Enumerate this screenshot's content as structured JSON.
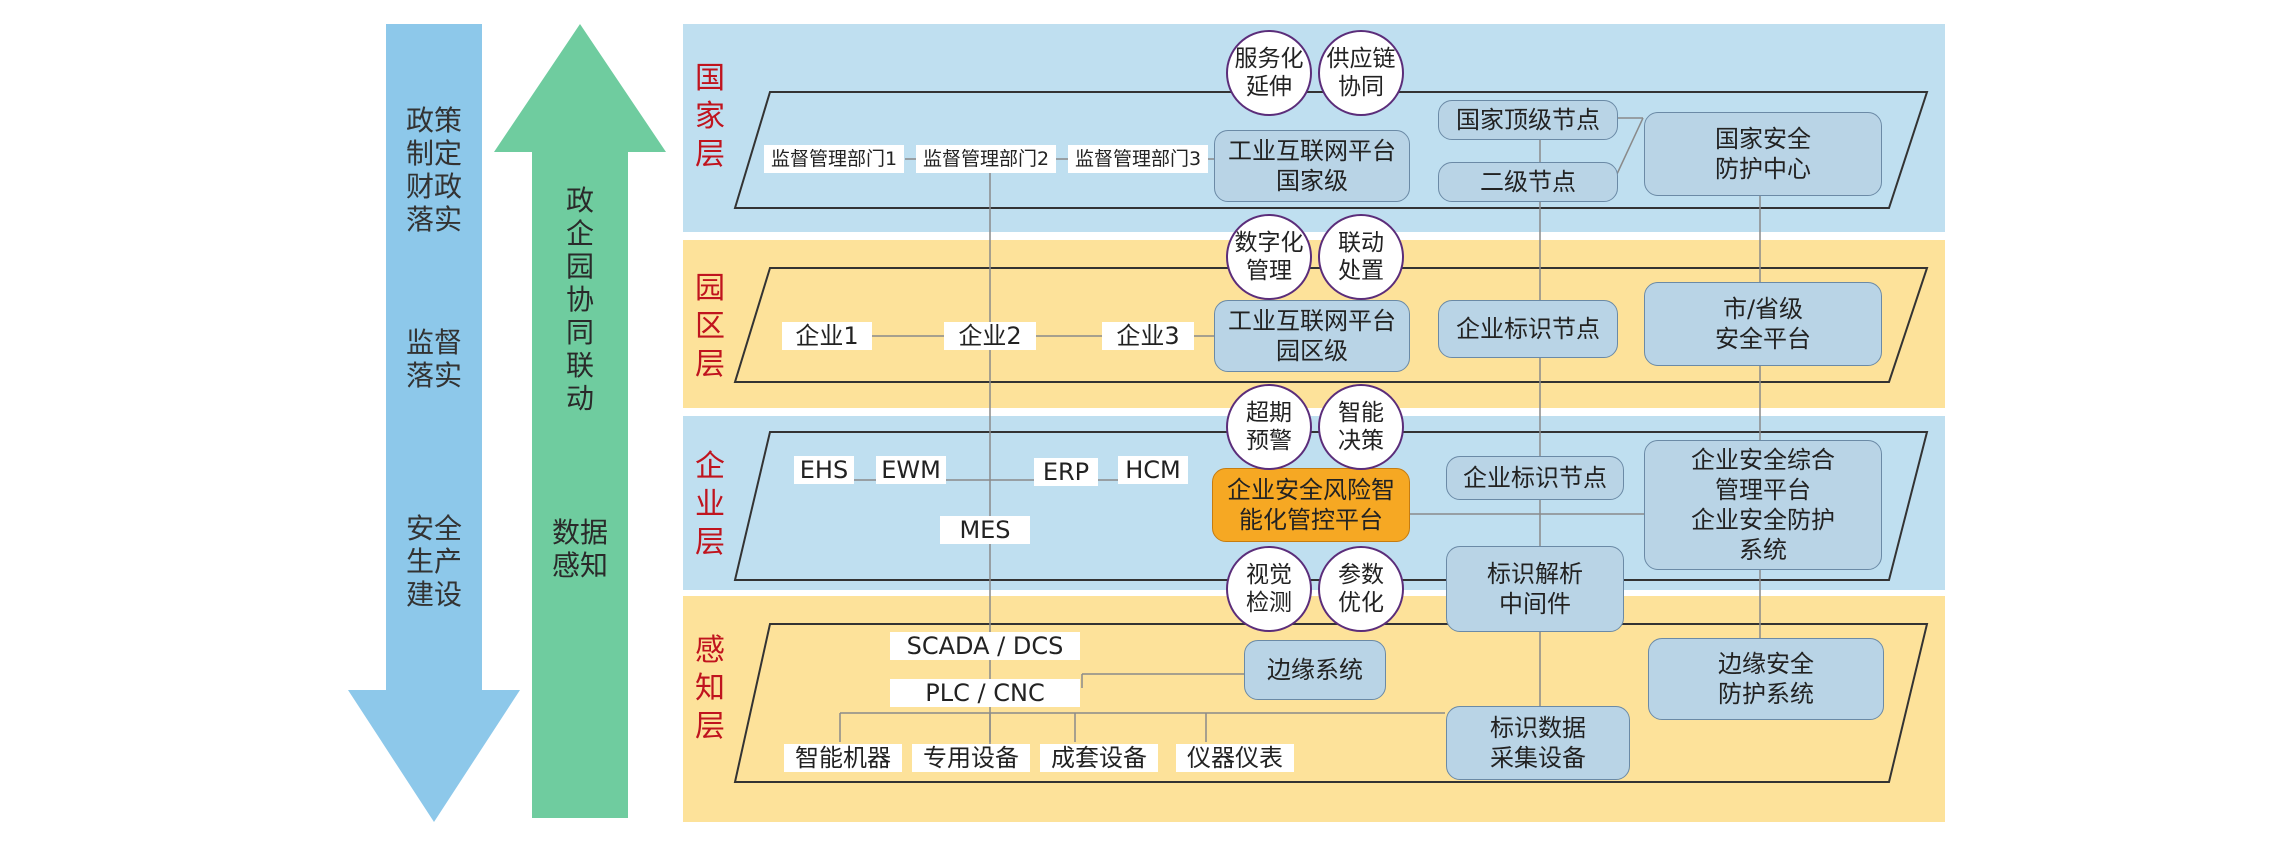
{
  "colors": {
    "left_arrow": "#8dc8ea",
    "right_arrow": "#6fcc9f",
    "blue_band": "#bfdff0",
    "yellow_band": "#fde29a",
    "node_fill": "#b9d4e6",
    "highlight_node": "#f6a823",
    "layer_label": "#c0141e",
    "circle_border": "#5b2d7a"
  },
  "left_arrow": {
    "direction": "down",
    "labels": [
      "政策\n制定\n财政\n落实",
      "监督\n落实",
      "安全\n生产\n建设"
    ]
  },
  "right_arrow": {
    "direction": "up",
    "labels": [
      "政\n企\n园\n协\n同\n联\n动",
      "数据\n感知"
    ]
  },
  "layers": {
    "national": {
      "label": "国\n家\n层",
      "departments": [
        "监督管理部门1",
        "监督管理部门2",
        "监督管理部门3"
      ],
      "platform": "工业互联网平台\n国家级",
      "top_node": "国家顶级节点",
      "secondary_node": "二级节点",
      "security_center": "国家安全\n防护中心",
      "circles": [
        "服务化\n延伸",
        "供应链\n协同"
      ]
    },
    "park": {
      "label": "园\n区\n层",
      "enterprises": [
        "企业1",
        "企业2",
        "企业3"
      ],
      "platform": "工业互联网平台\n园区级",
      "id_node": "企业标识节点",
      "security_platform": "市/省级\n安全平台",
      "circles": [
        "数字化\n管理",
        "联动\n处置"
      ]
    },
    "enterprise": {
      "label": "企\n业\n层",
      "systems": [
        "EHS",
        "EWM",
        "ERP",
        "HCM"
      ],
      "mes": "MES",
      "platform": "企业安全风险智\n能化管控平台",
      "id_node": "企业标识节点",
      "security_platform": "企业安全综合\n管理平台\n企业安全防护\n系统",
      "circles": [
        "超期\n预警",
        "智能\n决策"
      ]
    },
    "perception": {
      "label": "感\n知\n层",
      "scada": "SCADA / DCS",
      "plc": "PLC / CNC",
      "devices": [
        "智能机器",
        "专用设备",
        "成套设备",
        "仪器仪表"
      ],
      "edge_system": "边缘系统",
      "id_resolution": "标识解析\n中间件",
      "id_collection": "标识数据\n采集设备",
      "edge_security": "边缘安全\n防护系统",
      "circles": [
        "视觉\n检测",
        "参数\n优化"
      ]
    }
  }
}
